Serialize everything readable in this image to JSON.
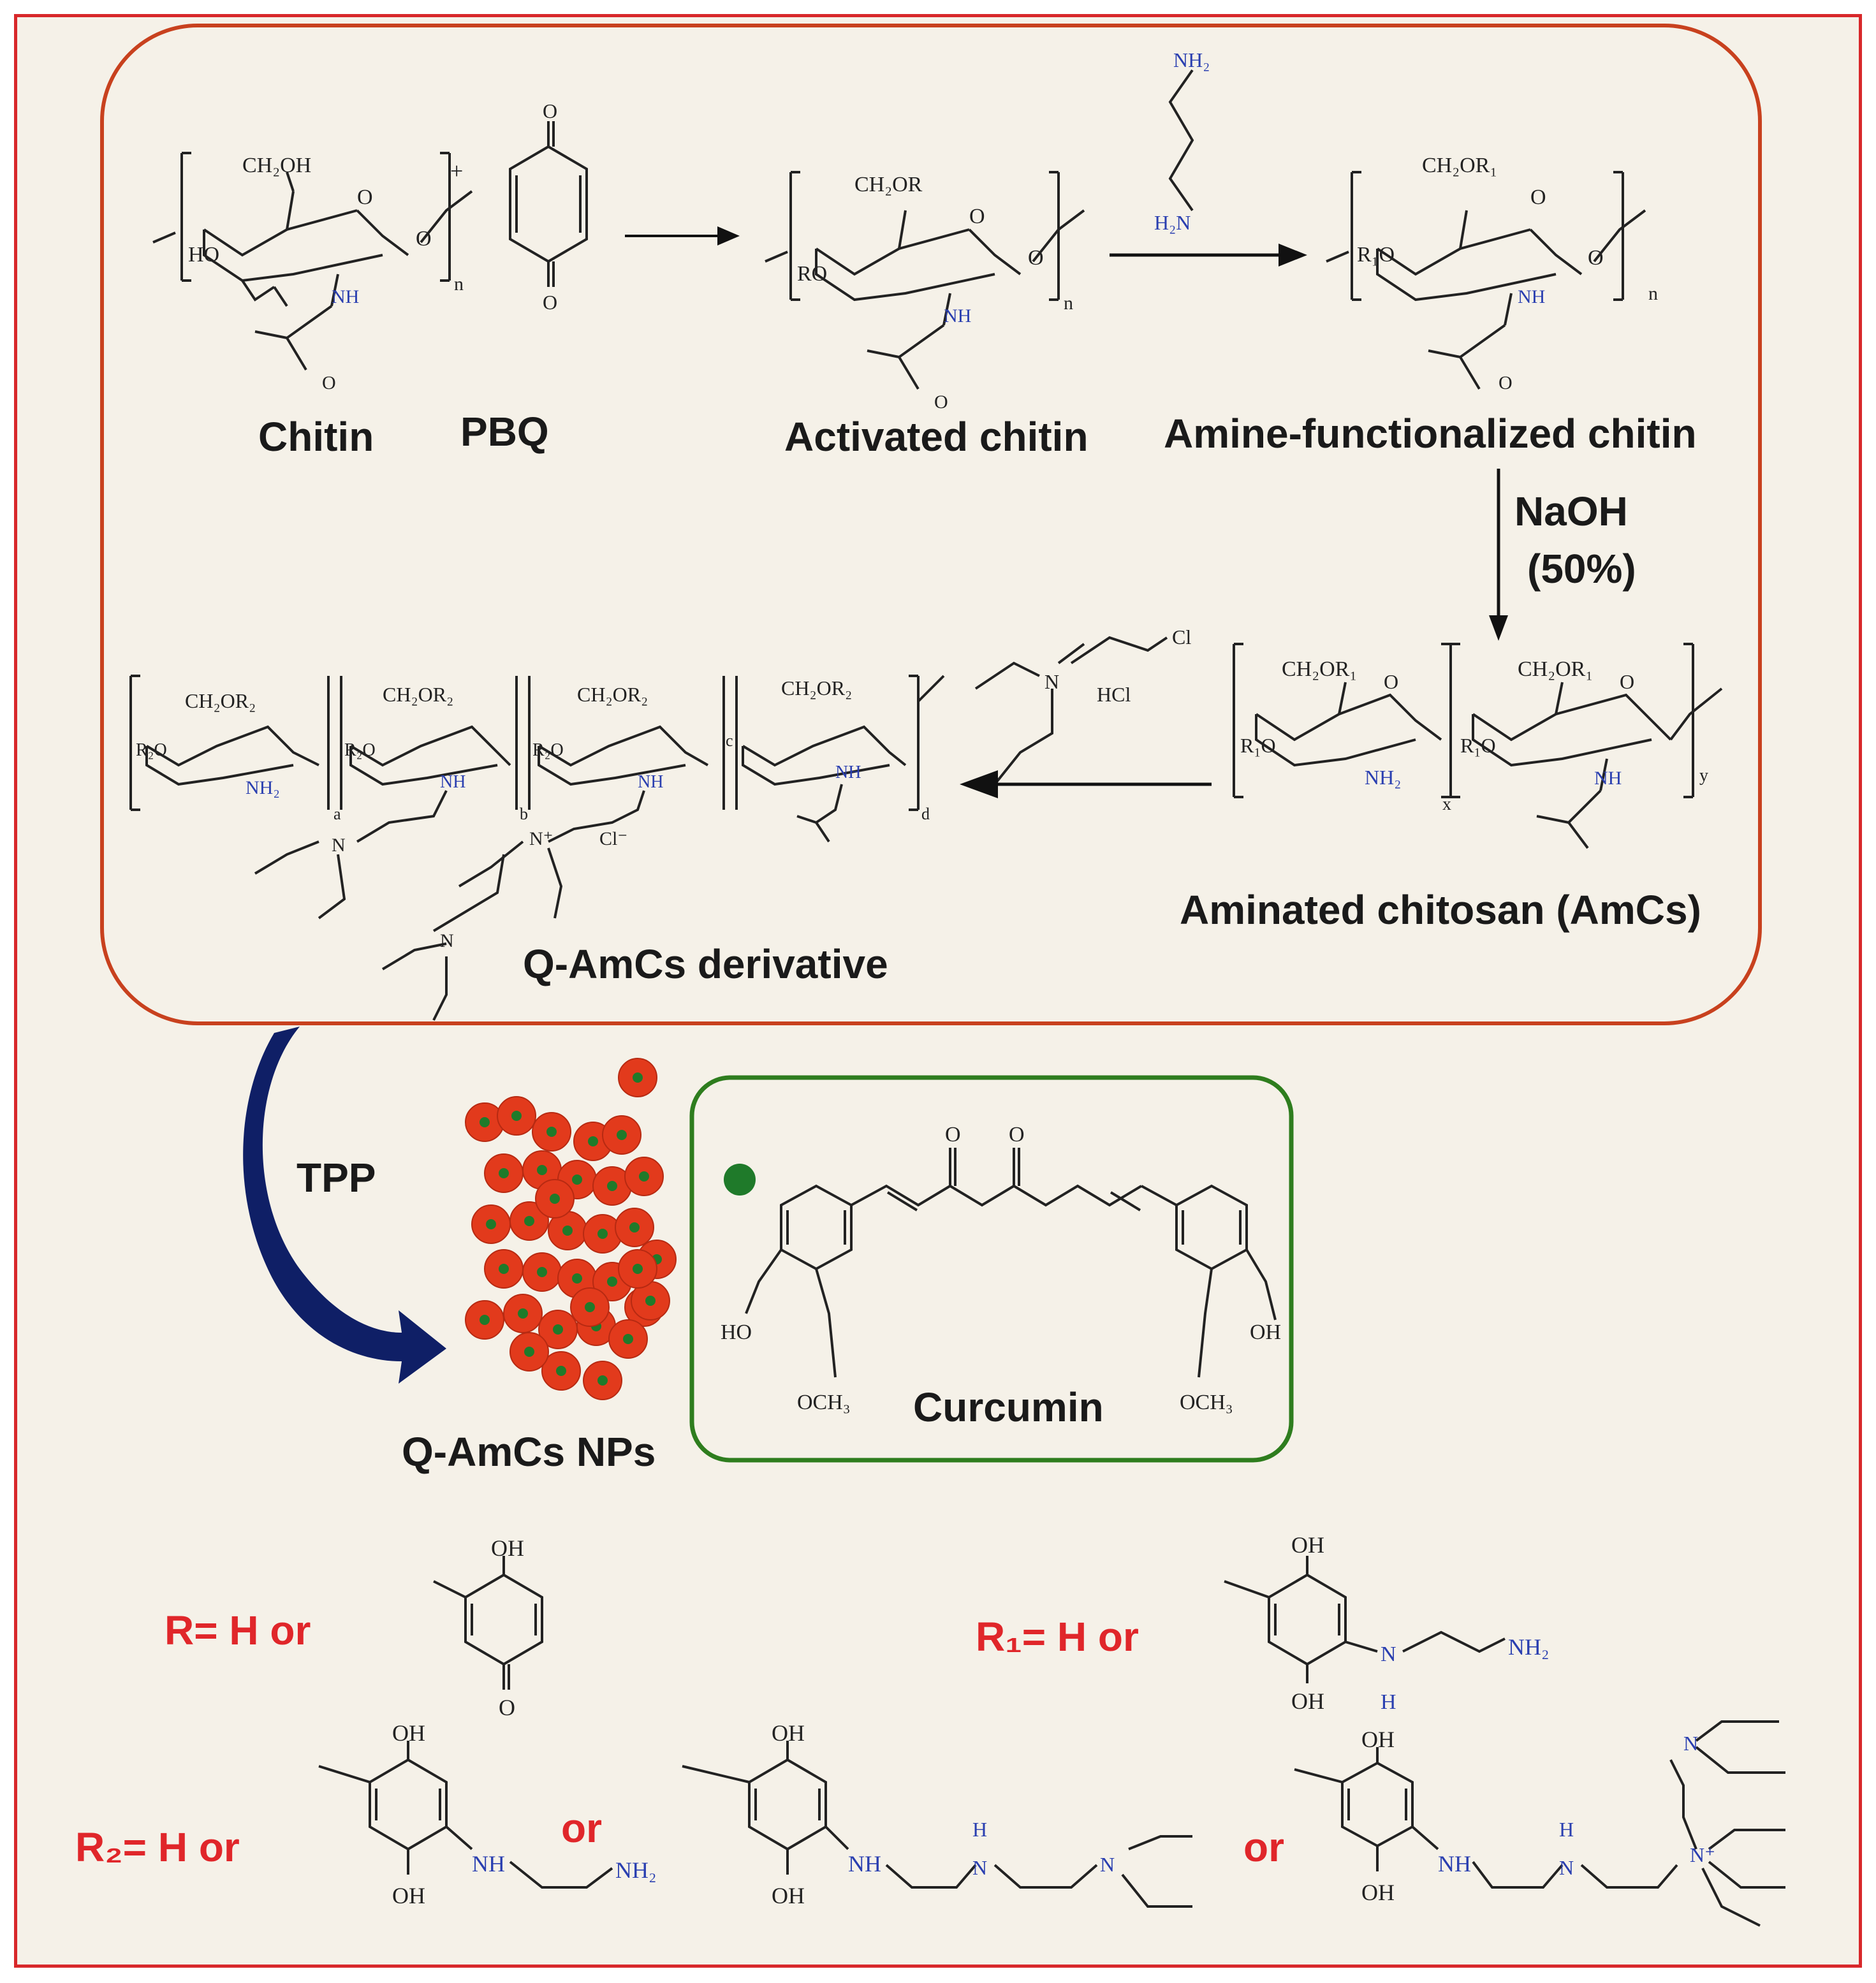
{
  "labels": {
    "chitin": "Chitin",
    "pbq": "PBQ",
    "activated_chitin": "Activated chitin",
    "amine_chitin": "Amine-functionalized chitin",
    "naoh": "NaOH",
    "naoh_pct": "(50%)",
    "amcs": "Aminated chitosan (AmCs)",
    "qamcs_derivative": "Q-AmCs derivative",
    "tpp": "TPP",
    "nps": "Q-AmCs NPs",
    "curcumin": "Curcumin",
    "r_def": "R= H  or",
    "r1_def": "R₁= H  or",
    "r2_def": "R₂= H   or",
    "or1": "or",
    "or2": "or"
  },
  "chem_text": {
    "ch2oh": "CH₂OH",
    "ch2or": "CH₂OR",
    "ch2or1": "CH₂OR₁",
    "ch2or2": "CH₂OR₂",
    "ho": "HO",
    "ro": "RO",
    "r1o": "R₁O",
    "r2o": "R₂O",
    "o": "O",
    "nh": "NH",
    "nh2": "NH₂",
    "h2n": "H₂N",
    "n": "n",
    "x": "x",
    "y": "y",
    "a": "a",
    "b": "b",
    "c": "c",
    "d": "d",
    "plus": "+",
    "cl": "Cl",
    "hcl": "HCl",
    "cl_minus": "Cl⁻",
    "n_atom": "N",
    "n_plus": "N⁺",
    "h": "H",
    "oh": "OH",
    "och3": "OCH₃"
  },
  "colors": {
    "frame_red": "#d8282a",
    "reaction_box": "#c8411e",
    "curcumin_box": "#2e7d1e",
    "np_red": "#e23a1c",
    "np_core": "#1f7a2a",
    "arrow_navy": "#0f1f66",
    "label_red": "#e0262a",
    "nh_blue": "#2a3fb0"
  }
}
